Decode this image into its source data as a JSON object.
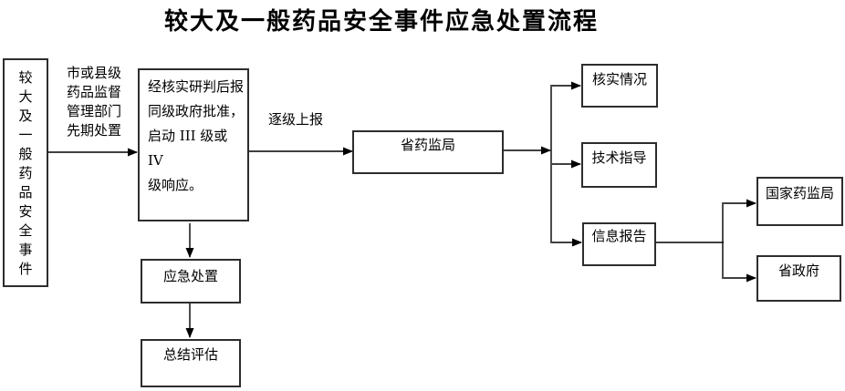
{
  "title": "较大及一般药品安全事件应急处置流程",
  "diagram": {
    "event_box": "较\n大\n及\n一\n般\n药\n品\n安\n全\n事\n件",
    "initial_disposal_label": "市或县级\n药品监督\n管理部门\n先期处置",
    "approval_box": "经核实研判后报\n同级政府批准，\n启动 III 级或 IV\n级响应。",
    "escalate_label": "逐级上报",
    "provincial_bureau_box": "省药监局",
    "verify_box": "核实情况",
    "guidance_box": "技术指导",
    "report_box": "信息报告",
    "national_bureau_box": "国家药监局",
    "provincial_gov_box": "省政府",
    "response_box": "应急处置",
    "evaluation_box": "总结评估"
  },
  "colors": {
    "background": "#ffffff",
    "box_border": "#2d2d2d",
    "line": "#000000",
    "text": "#000000"
  }
}
